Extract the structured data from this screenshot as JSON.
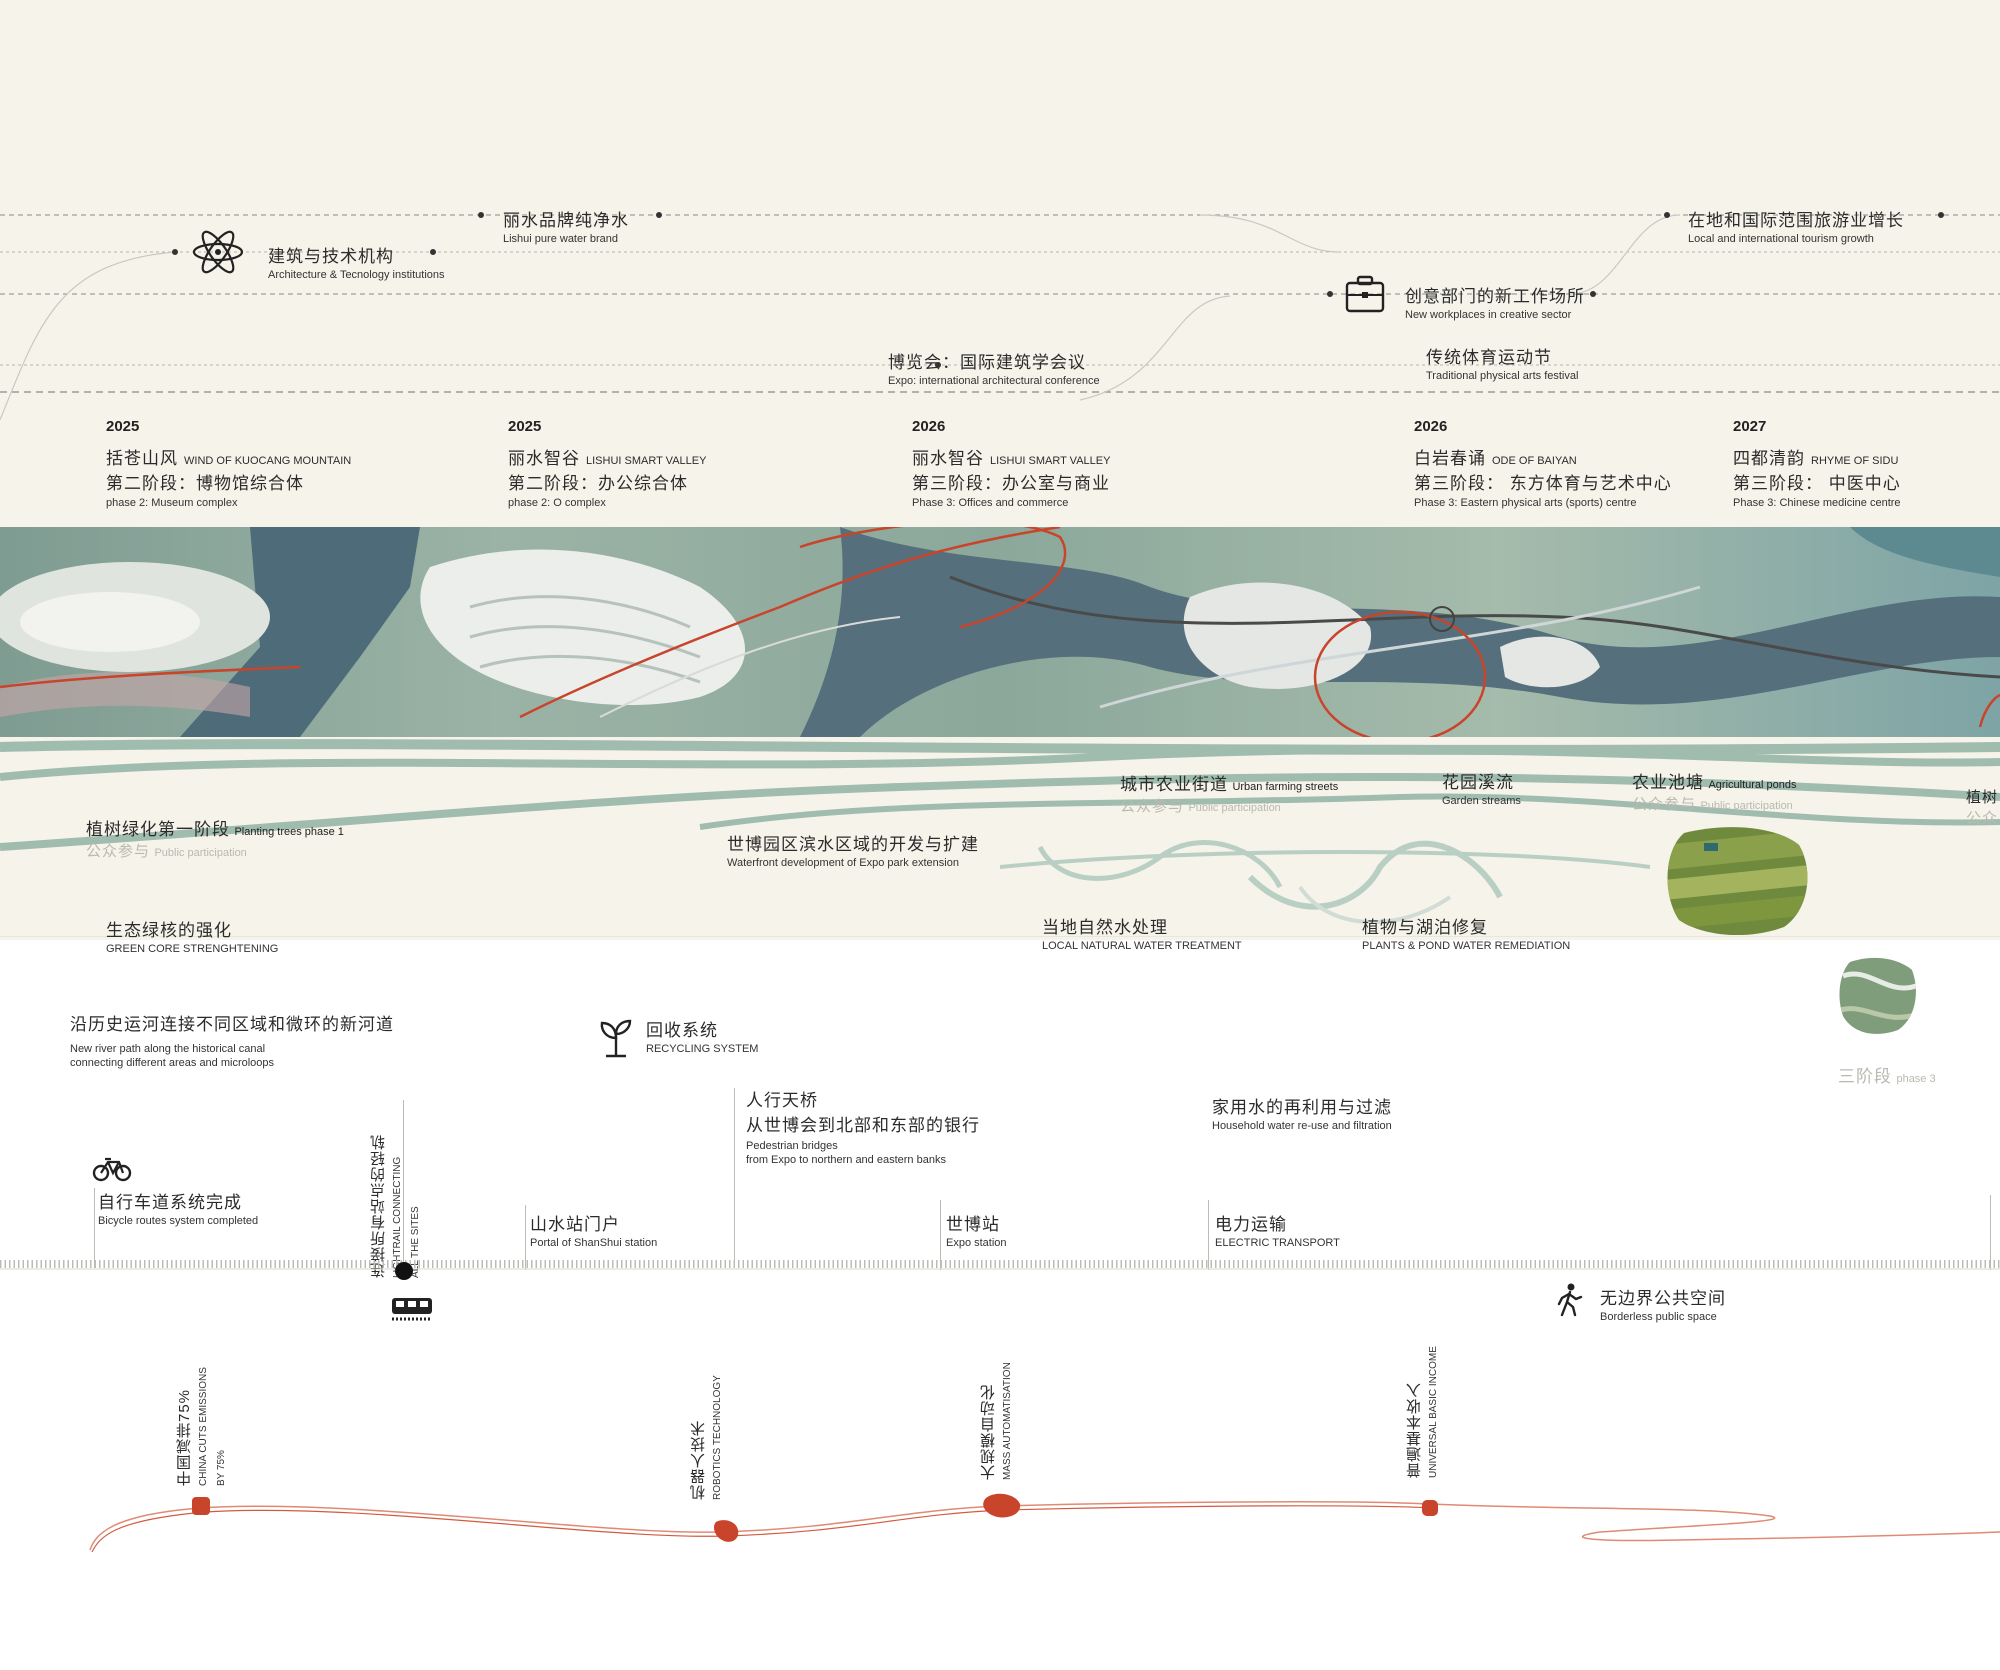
{
  "top_goals": {
    "arch": {
      "cn": "建筑与技术机构",
      "en": "Architecture & Tecnology institutions"
    },
    "water": {
      "cn": "丽水品牌纯净水",
      "en": "Lishui pure water brand"
    },
    "tourism": {
      "cn": "在地和国际范围旅游业增长",
      "en": "Local and international tourism growth"
    },
    "workplace": {
      "cn": "创意部门的新工作场所",
      "en": "New workplaces in creative sector"
    },
    "expo": {
      "cn": "博览会：国际建筑学会议",
      "en": "Expo: international architectural conference"
    },
    "festival": {
      "cn": "传统体育运动节",
      "en": "Traditional physical arts festival"
    }
  },
  "phases": [
    {
      "year": "2025",
      "cn_title": "括苍山风",
      "en_title": "WIND OF KUOCANG MOUNTAIN",
      "cn_phase": "第二阶段：博物馆综合体",
      "en_phase": "phase 2: Museum complex"
    },
    {
      "year": "2025",
      "cn_title": "丽水智谷",
      "en_title": "LISHUI SMART VALLEY",
      "cn_phase": "第二阶段：办公综合体",
      "en_phase": "phase 2: O complex"
    },
    {
      "year": "2026",
      "cn_title": "丽水智谷",
      "en_title": "LISHUI SMART VALLEY",
      "cn_phase": "第三阶段：办公室与商业",
      "en_phase": "Phase 3: Offices and commerce"
    },
    {
      "year": "2026",
      "cn_title": "白岩春诵",
      "en_title": "ODE OF BAIYAN",
      "cn_phase": "第三阶段： 东方体育与艺术中心",
      "en_phase": "Phase 3: Eastern physical arts (sports) centre"
    },
    {
      "year": "2027",
      "cn_title": "四都清韵",
      "en_title": "RHYME OF SIDU",
      "cn_phase": "第三阶段： 中医中心",
      "en_phase": "Phase 3: Chinese medicine centre"
    }
  ],
  "green": {
    "planting": {
      "cn": "植树绿化第一阶段",
      "en": "Planting trees phase 1",
      "pp_cn": "公众参与",
      "pp_en": "Public participation"
    },
    "urban_farming": {
      "cn": "城市农业街道",
      "en": "Urban farming streets",
      "pp_cn": "公众参与",
      "pp_en": "Public participation"
    },
    "garden": {
      "cn": "花园溪流",
      "en": "Garden streams"
    },
    "ponds": {
      "cn": "农业池塘",
      "en": "Agricultural ponds",
      "pp_cn": "公众参与",
      "pp_en": "Public participation"
    },
    "cut": {
      "cn": "植树",
      "pp_cn": "公众"
    },
    "waterfront": {
      "cn": "世博园区滨水区域的开发与扩建",
      "en": "Waterfront development of Expo park extension"
    },
    "green_core": {
      "cn": "生态绿核的强化",
      "en": "GREEN CORE STRENGHTENING"
    },
    "natural_water": {
      "cn": "当地自然水处理",
      "en": "LOCAL NATURAL WATER TREATMENT"
    },
    "plants_pond": {
      "cn": "植物与湖泊修复",
      "en": "PLANTS & POND WATER  REMEDIATION"
    }
  },
  "infra": {
    "river": {
      "cn": "沿历史运河连接不同区域和微环的新河道",
      "en1": "New river path along the historical canal",
      "en2": "connecting different areas and microloops"
    },
    "recycling": {
      "cn": "回收系统",
      "en": "RECYCLING SYSTEM"
    },
    "phase3": {
      "cn": "三阶段",
      "en": "phase 3"
    },
    "bridges": {
      "cn1": "人行天桥",
      "cn2": "从世博会到北部和东部的银行",
      "en1": "Pedestrian bridges",
      "en2": "from Expo to northern and eastern banks"
    },
    "household": {
      "cn": "家用水的再利用与过滤",
      "en": "Household water re-use and filtration"
    },
    "bicycle": {
      "cn": "自行车道系统完成",
      "en": "Bicycle routes system completed"
    },
    "lightrail": {
      "cn": "连接所有站点的轻轨",
      "en1": "LIGHTRAIL CONNECTING",
      "en2": "ALL THE SITES"
    },
    "shanshui": {
      "cn": "山水站门户",
      "en": "Portal of ShanShui station"
    },
    "expo_station": {
      "cn": "世博站",
      "en": "Expo station"
    },
    "electric": {
      "cn": "电力运输",
      "en": "ELECTRIC TRANSPORT"
    },
    "borderless": {
      "cn": "无边界公共空间",
      "en": "Borderless public space"
    }
  },
  "global": [
    {
      "cn": "中国减排75%",
      "en1": "CHINA CUTS EMISSIONS",
      "en2": "BY 75%"
    },
    {
      "cn": "机器人技术",
      "en1": "ROBOTICS TECHNOLOGY",
      "en2": ""
    },
    {
      "cn": "大规模自动化",
      "en1": "MASS AUTOMATISATION",
      "en2": ""
    },
    {
      "cn": "普遍基本收入",
      "en1": "UNIVERSAL BASIC INCOME",
      "en2": ""
    }
  ],
  "colors": {
    "accent_red": "#c8442a",
    "river": "#5f7d86",
    "green_band": "#9fbcaf",
    "cream": "#f6f3ea"
  }
}
